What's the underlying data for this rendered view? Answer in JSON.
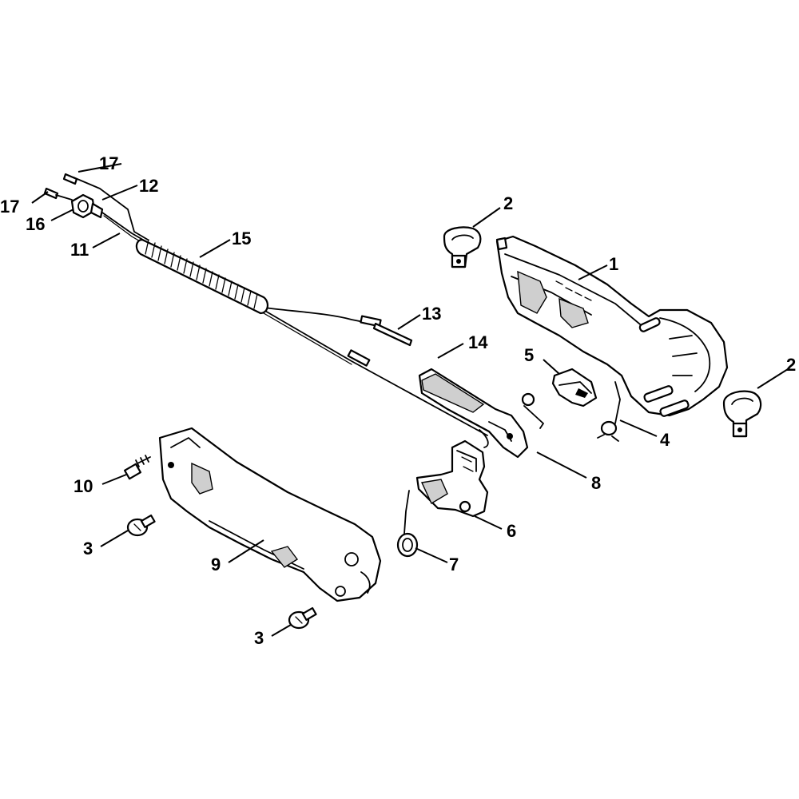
{
  "diagram": {
    "colors": {
      "line": "#000000",
      "background": "#ffffff",
      "shade": "#cfcfcf"
    },
    "callouts": {
      "c1": "1",
      "c2a": "2",
      "c2b": "2",
      "c3a": "3",
      "c3b": "3",
      "c4": "4",
      "c5": "5",
      "c6": "6",
      "c7": "7",
      "c8": "8",
      "c9": "9",
      "c10": "10",
      "c11": "11",
      "c12": "12",
      "c13": "13",
      "c14": "14",
      "c15": "15",
      "c16": "16",
      "c17a": "17",
      "c17b": "17"
    }
  }
}
